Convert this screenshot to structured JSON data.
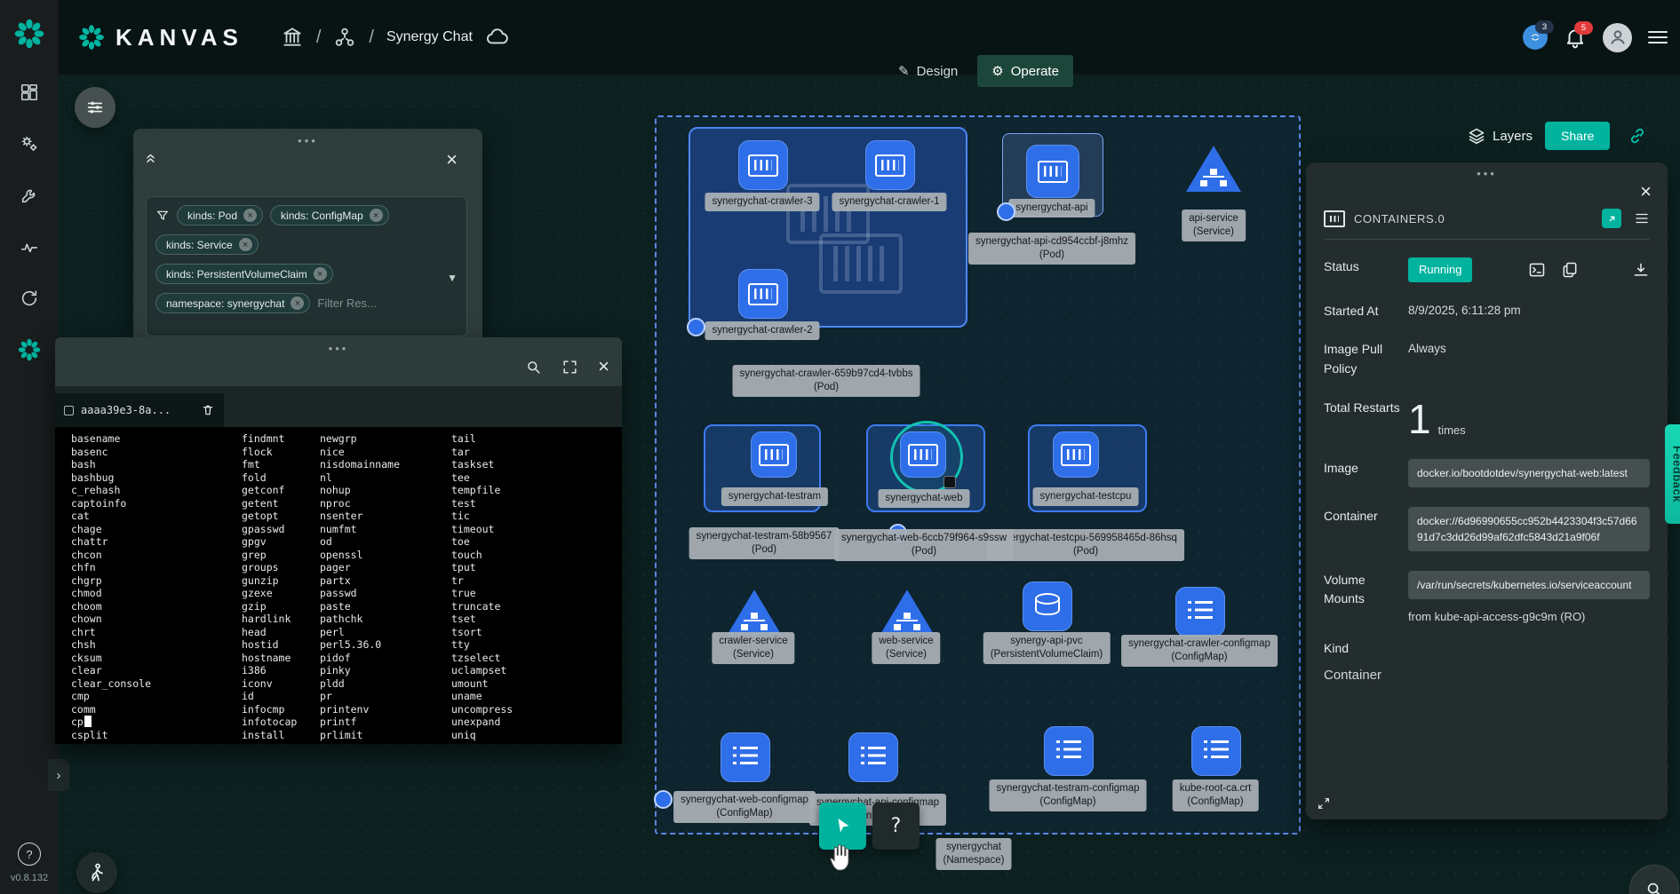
{
  "topbar": {
    "brand": "KANVAS",
    "sep": "/",
    "project": "Synergy Chat",
    "comment_badge": "3",
    "bell_badge": "5"
  },
  "mode_tabs": {
    "design": "Design",
    "operate": "Operate"
  },
  "canvas_header": {
    "layers": "Layers",
    "share": "Share"
  },
  "sidebar": {
    "version": "v0.8.132",
    "help": "?"
  },
  "filter": {
    "chips": [
      "kinds: Pod",
      "kinds: ConfigMap",
      "kinds: Service",
      "kinds: PersistentVolumeClaim",
      "namespace: synergychat"
    ],
    "placeholder": "Filter Res..."
  },
  "terminal": {
    "tab": "aaaa39e3-8a...",
    "c1": [
      "basename",
      "basenc",
      "bash",
      "bashbug",
      "c_rehash",
      "captoinfo",
      "cat",
      "chage",
      "chattr",
      "chcon",
      "chfn",
      "chgrp",
      "chmod",
      "choom",
      "chown",
      "chrt",
      "chsh",
      "cksum",
      "clear",
      "clear_console",
      "cmp",
      "comm",
      "cp",
      "csplit"
    ],
    "c2": [
      "findmnt",
      "flock",
      "fmt",
      "fold",
      "getconf",
      "getent",
      "getopt",
      "gpasswd",
      "gpgv",
      "grep",
      "groups",
      "gunzip",
      "gzexe",
      "gzip",
      "hardlink",
      "head",
      "hostid",
      "hostname",
      "i386",
      "iconv",
      "id",
      "infocmp",
      "infotocap",
      "install"
    ],
    "c3": [
      "newgrp",
      "nice",
      "nisdomainname",
      "nl",
      "nohup",
      "nproc",
      "nsenter",
      "numfmt",
      "od",
      "openssl",
      "pager",
      "partx",
      "passwd",
      "paste",
      "pathchk",
      "perl",
      "perl5.36.0",
      "pidof",
      "pinky",
      "pldd",
      "pr",
      "printenv",
      "printf",
      "prlimit"
    ],
    "c4": [
      "tail",
      "tar",
      "taskset",
      "tee",
      "tempfile",
      "test",
      "tic",
      "timeout",
      "toe",
      "touch",
      "tput",
      "tr",
      "true",
      "truncate",
      "tset",
      "tsort",
      "tty",
      "tzselect",
      "uclampset",
      "umount",
      "uname",
      "uncompress",
      "unexpand",
      "uniq"
    ]
  },
  "toolbar": {
    "help": "?"
  },
  "feedback": "Feedback",
  "canvas": {
    "crawler_group": {
      "pod3": "synergychat-crawler-3",
      "pod1": "synergychat-crawler-1",
      "pod2": "synergychat-crawler-2",
      "chip1": "synergychat-crawler-659b97cd4-tvbbs",
      "chip2": "(Pod)"
    },
    "api": {
      "name": "synergychat-api",
      "chip1": "synergychat-api-cd954ccbf-j8mhz",
      "chip2": "(Pod)"
    },
    "api_service": {
      "chip1": "api-service",
      "chip2": "(Service)"
    },
    "testram": {
      "name": "synergychat-testram",
      "chip1": "synergychat-testram-58b9567",
      "chip2": "(Pod)"
    },
    "web": {
      "name": "synergychat-web",
      "chip1": "synergychat-web-6ccb79f964-s9ssw",
      "chip2": "(Pod)"
    },
    "testcpu": {
      "name": "synergychat-testcpu",
      "chip1": "synergychat-testcpu-569958465d-86hsq",
      "chip2": "(Pod)"
    },
    "crawler_service": {
      "chip1": "crawler-service",
      "chip2": "(Service)"
    },
    "web_service": {
      "chip1": "web-service",
      "chip2": "(Service)"
    },
    "pvc": {
      "chip1": "synergy-api-pvc",
      "chip2": "(PersistentVolumeClaim)"
    },
    "crawler_cm": {
      "chip1": "synergychat-crawler-configmap",
      "chip2": "(ConfigMap)"
    },
    "web_cm": {
      "chip1": "synergychat-web-configmap",
      "chip2": "(ConfigMap)"
    },
    "api_cm": {
      "chip1": "synergychat-api-configmap",
      "chip2": "(ConfigMap)"
    },
    "testram_cm": {
      "chip1": "synergychat-testram-configmap",
      "chip2": "(ConfigMap)"
    },
    "kube_root_ca": {
      "chip1": "kube-root-ca.crt",
      "chip2": "(ConfigMap)"
    },
    "namespace": {
      "chip1": "synergychat",
      "chip2": "(Namespace)"
    }
  },
  "details": {
    "title": "CONTAINERS.0",
    "status_label": "Status",
    "status_value": "Running",
    "started_label": "Started At",
    "started_value": "8/9/2025, 6:11:28 pm",
    "pull_label": "Image Pull Policy",
    "pull_value": "Always",
    "restarts_label": "Total Restarts",
    "restarts_value": "1",
    "restarts_suffix": "times",
    "image_label": "Image",
    "image_value": "docker.io/bootdotdev/synergychat-web:latest",
    "container_label": "Container",
    "container_value": "docker://6d96990655cc952b4423304f3c57d6691d7c3dd26d99af62dfc5843d21a9f06f",
    "volume_label": "Volume Mounts",
    "volume_value": "/var/run/secrets/kubernetes.io/serviceaccount",
    "volume_note": "from kube-api-access-g9c9m (RO)",
    "kind_label": "Kind",
    "kind_value": "Container"
  }
}
